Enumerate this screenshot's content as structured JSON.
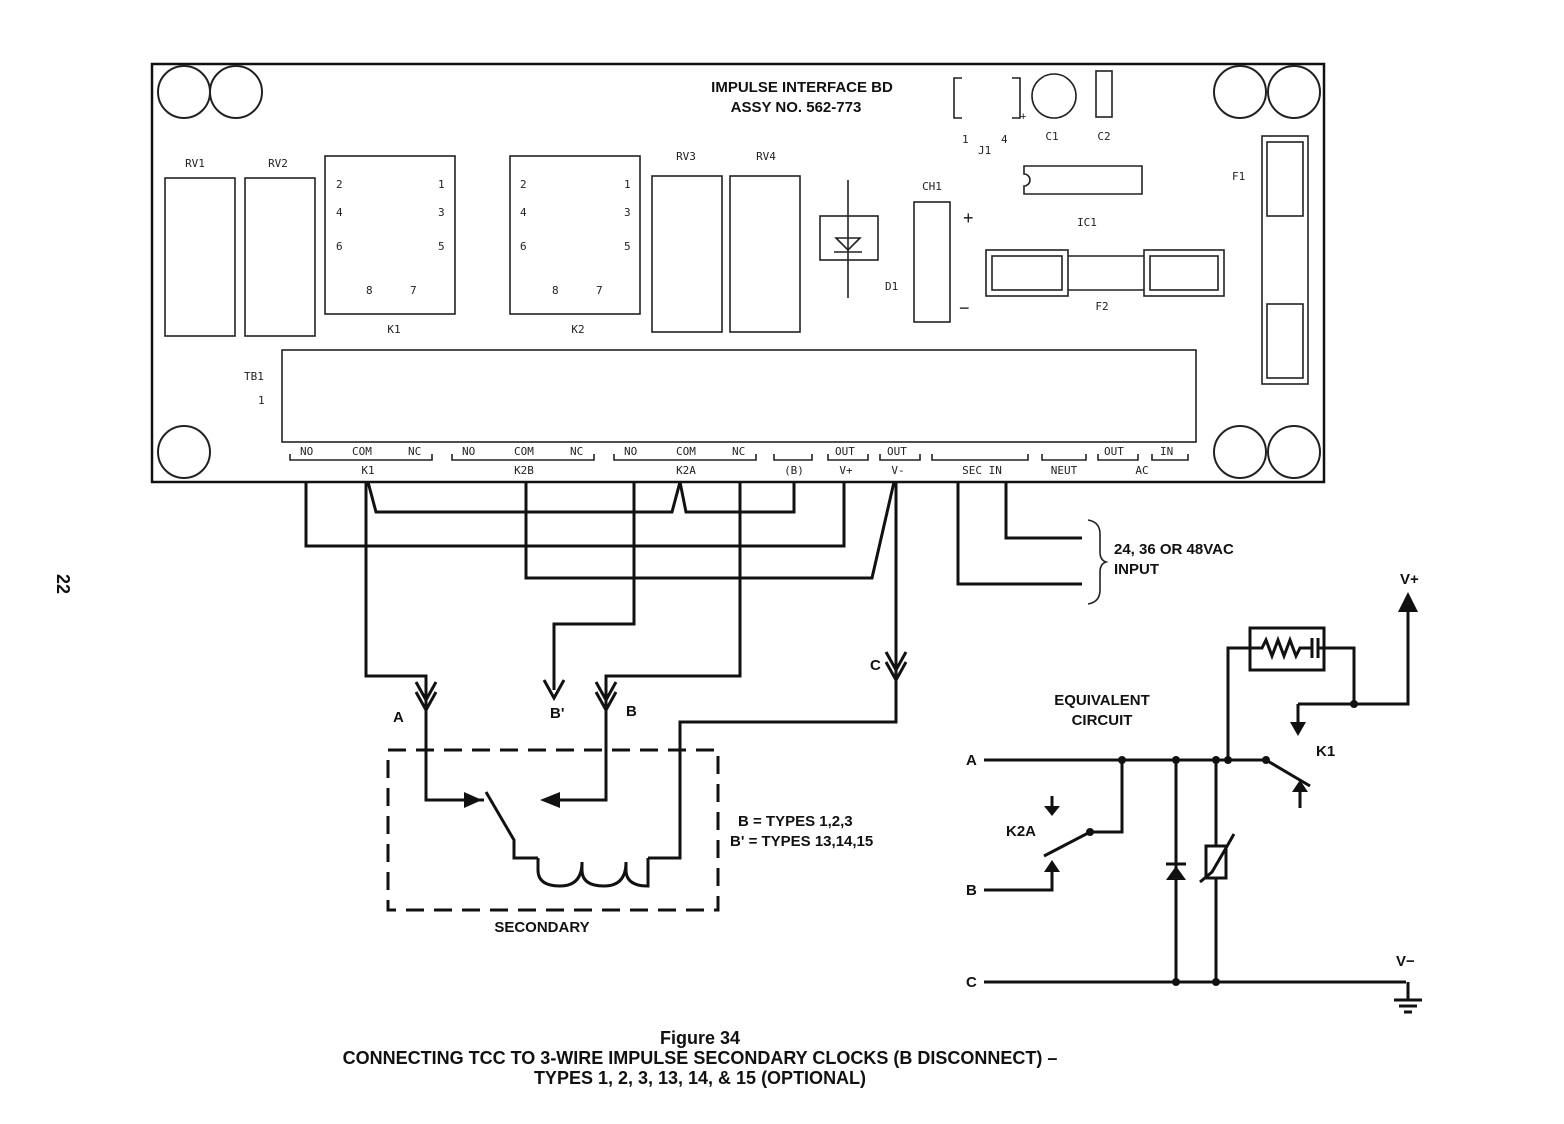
{
  "page_number": "22",
  "board": {
    "title": "IMPULSE INTERFACE BD",
    "assy": "ASSY NO. 562-773",
    "components": {
      "rv1": "RV1",
      "rv2": "RV2",
      "rv3": "RV3",
      "rv4": "RV4",
      "k1": "K1",
      "k2": "K2",
      "d1": "D1",
      "ch1": "CH1",
      "ic1": "IC1",
      "f1": "F1",
      "f2": "F2",
      "c1": "C1",
      "c2": "C2",
      "j1": "J1",
      "j1_pin1": "1",
      "j1_pin4": "4",
      "tb1": "TB1",
      "tb1_pin": "1",
      "plus": "+",
      "minus": "−"
    },
    "relay_pins": [
      "2",
      "1",
      "4",
      "3",
      "6",
      "5",
      "8",
      "7"
    ],
    "terminals": {
      "k1": [
        "NO",
        "COM",
        "NC"
      ],
      "k2b": [
        "NO",
        "COM",
        "NC"
      ],
      "k2a": [
        "NO",
        "COM",
        "NC"
      ],
      "b": "",
      "vplus": "OUT",
      "vminus": "OUT",
      "sec_in": "",
      "neut": "",
      "ac_out": "OUT",
      "ac_in": "IN"
    },
    "group_labels": {
      "k1": "K1",
      "k2b": "K2B",
      "k2a": "K2A",
      "b": "(B)",
      "vplus": "V+",
      "vminus": "V-",
      "sec_in": "SEC IN",
      "neut": "NEUT",
      "ac": "AC"
    }
  },
  "wiring": {
    "input_label_line1": "24, 36 OR 48VAC",
    "input_label_line2": "INPUT",
    "wire_a": "A",
    "wire_b": "B",
    "wire_b_prime": "B'",
    "wire_c": "C",
    "secondary_label": "SECONDARY",
    "types_b": "B = TYPES 1,2,3",
    "types_b_prime": "B' = TYPES 13,14,15"
  },
  "equivalent_circuit": {
    "title_line1": "EQUIVALENT",
    "title_line2": "CIRCUIT",
    "node_a": "A",
    "node_b": "B",
    "node_c": "C",
    "vplus": "V+",
    "vminus": "V−",
    "k1": "K1",
    "k2a": "K2A"
  },
  "caption": {
    "figure": "Figure 34",
    "line1": "CONNECTING TCC TO 3-WIRE IMPULSE SECONDARY CLOCKS (B DISCONNECT) –",
    "line2": "TYPES 1, 2, 3, 13, 14, & 15 (OPTIONAL)"
  }
}
